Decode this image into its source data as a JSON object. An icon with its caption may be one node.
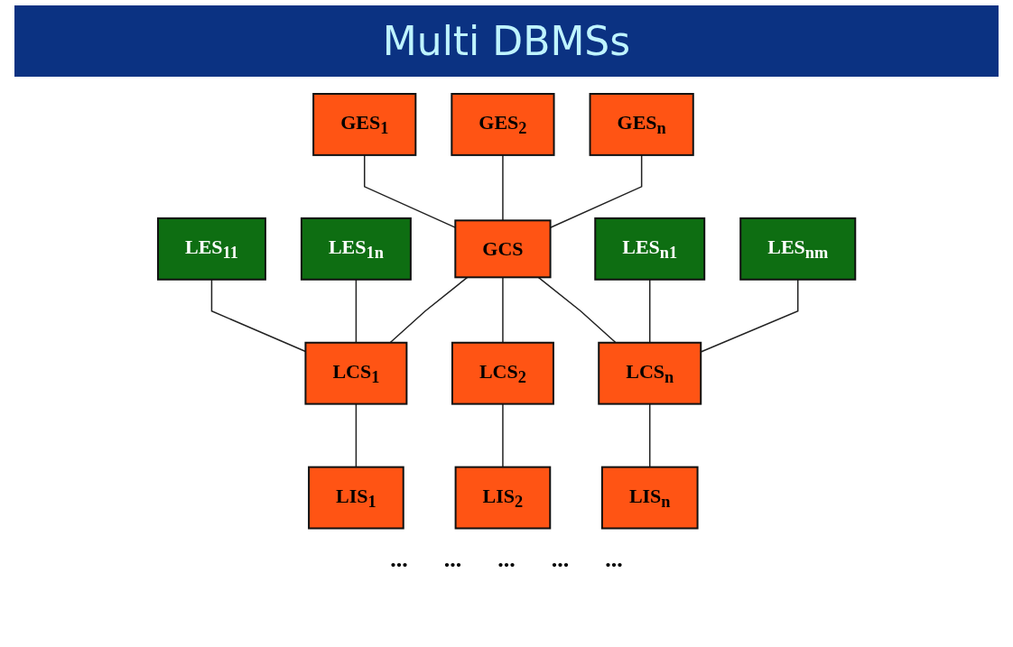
{
  "diagram": {
    "title": "Multi DBMSs",
    "nodes": [
      {
        "text": [
          "GES$_{1}$"
        ]
      },
      {
        "text": [
          "GES$_{2}$"
        ]
      },
      {
        "text": [
          "GES$_{n}$"
        ]
      },
      {
        "text": [
          "LES$_{11}$"
        ]
      },
      {
        "text": [
          "LES$_{1n}$"
        ]
      },
      {
        "text": [
          "GCS"
        ]
      },
      {
        "text": [
          "LES$_{n1}$"
        ]
      },
      {
        "text": [
          "LES$_{nm}$"
        ]
      },
      {
        "text": [
          "LCS$_{1}$"
        ]
      },
      {
        "text": [
          "LCS$_{2}$"
        ]
      },
      {
        "text": [
          "LCS$_{n}$"
        ]
      },
      {
        "text": [
          "LIS$_{1}$"
        ]
      },
      {
        "text": [
          "LIS$_{2}$"
        ]
      },
      {
        "text": [
          "LIS$_{n}$"
        ]
      }
    ],
    "edges": [
      {
        "from": 0,
        "to": 5,
        "arrow": "none"
      },
      {
        "from": 1,
        "to": 5,
        "arrow": "none"
      },
      {
        "from": 2,
        "to": 5,
        "arrow": "none"
      },
      {
        "from": 3,
        "to": 8,
        "arrow": "none"
      },
      {
        "from": 4,
        "to": 8,
        "arrow": "none"
      },
      {
        "from": 5,
        "to": 8,
        "arrow": "none"
      },
      {
        "from": 5,
        "to": 9,
        "arrow": "none"
      },
      {
        "from": 5,
        "to": 10,
        "arrow": "none"
      },
      {
        "from": 6,
        "to": 10,
        "arrow": "none"
      },
      {
        "from": 7,
        "to": 10,
        "arrow": "none"
      },
      {
        "from": 8,
        "to": 11,
        "arrow": "none"
      },
      {
        "from": 9,
        "to": 12,
        "arrow": "none"
      },
      {
        "from": 10,
        "to": 13,
        "arrow": "none"
      }
    ],
    "labels": [
      "...",
      "...",
      "...",
      "...",
      "..."
    ]
  }
}
